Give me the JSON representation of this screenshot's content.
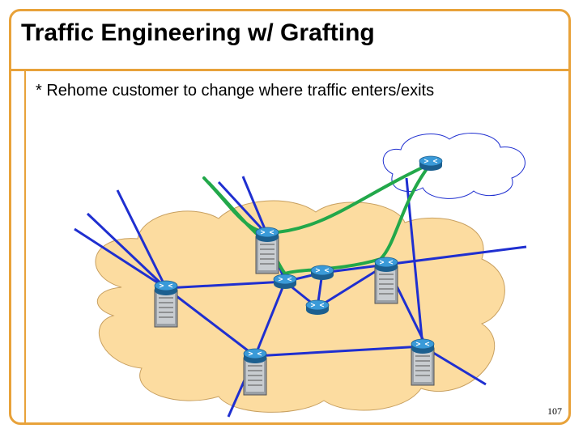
{
  "slide": {
    "title": "Traffic Engineering w/ Grafting",
    "bullet": "* Rehome customer to change where traffic enters/exits",
    "page_number": "107"
  },
  "colors": {
    "frame": "#e8a23a",
    "cloud_fill": "#fcdca0",
    "link": "#1f2fd0",
    "path": "#22a84a",
    "router": "#2a86c4"
  },
  "diagram": {
    "routers": [
      "router-top-cloud",
      "router-left",
      "router-center",
      "router-mid",
      "router-lower",
      "router-right",
      "router-bottom-left",
      "router-bottom-right",
      "router-upper-left"
    ],
    "icons": [
      "router-icon",
      "chassis-icon"
    ]
  }
}
